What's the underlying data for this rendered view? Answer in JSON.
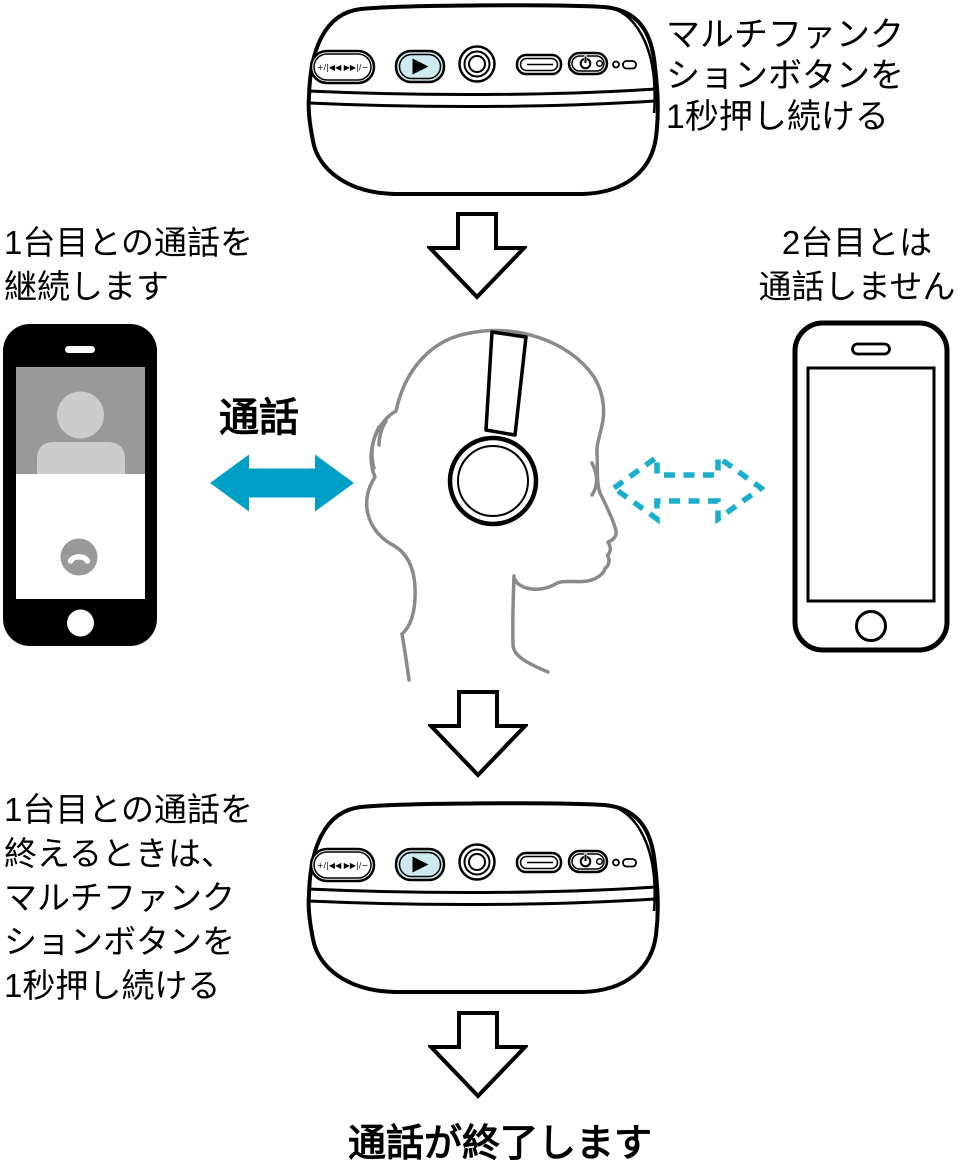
{
  "diagram_title": "multipoint-call-handling-instructions",
  "captions": {
    "step1": {
      "lines": [
        "マルチファンク",
        "ションボタンを",
        "1秒押し続ける"
      ]
    },
    "first_device": {
      "lines": [
        "1台目との通話を",
        "継続します"
      ]
    },
    "second_device": {
      "lines": [
        "2台目とは",
        "通話しません"
      ]
    },
    "call_label": "通話",
    "step2": {
      "lines": [
        "1台目との通話を",
        "終えるときは、",
        "マルチファンク",
        "ションボタンを",
        "1秒押し続ける"
      ]
    },
    "result": "通話が終了します"
  },
  "headphone": {
    "track_button_label": "+/|◀◀ ▶▶|/−"
  },
  "colors": {
    "accent_cyan_solid": "#00a0c6",
    "accent_cyan_dashed": "#19aecb",
    "play_button_fill": "#cfe9f0",
    "phone_screen_gray": "#999999",
    "silhouette_gray": "#cccccc",
    "head_line_gray": "#8a8a8a"
  }
}
